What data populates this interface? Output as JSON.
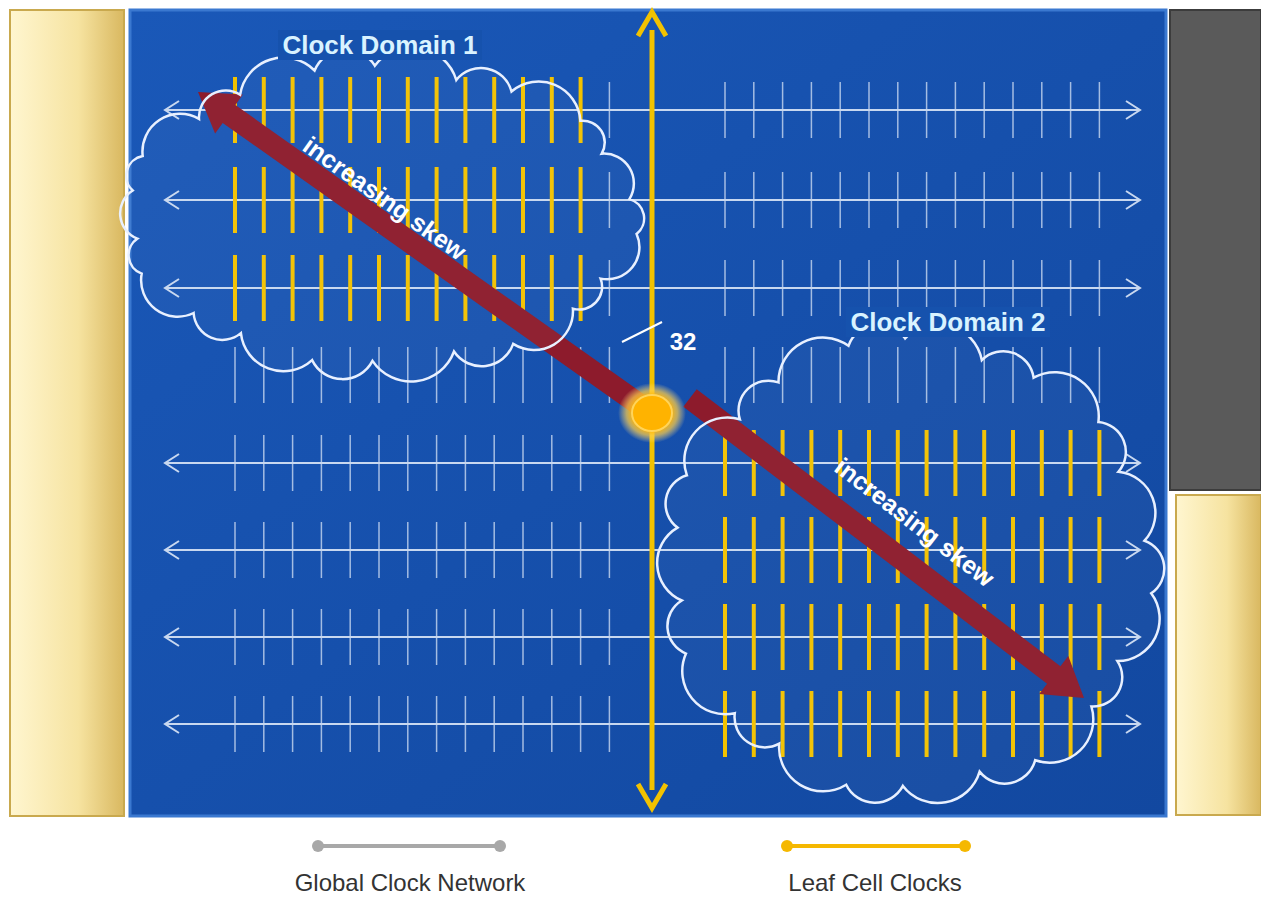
{
  "diagram": {
    "nodes": [
      {
        "text": [
          "Clock Domain 1"
        ]
      },
      {
        "text": [
          "Clock Domain 2"
        ]
      }
    ],
    "labels": [
      "increasing skew",
      "increasing skew",
      "32"
    ],
    "legend": [
      {
        "text": "Global Clock Network"
      },
      {
        "text": "Leaf Cell Clocks"
      }
    ]
  }
}
